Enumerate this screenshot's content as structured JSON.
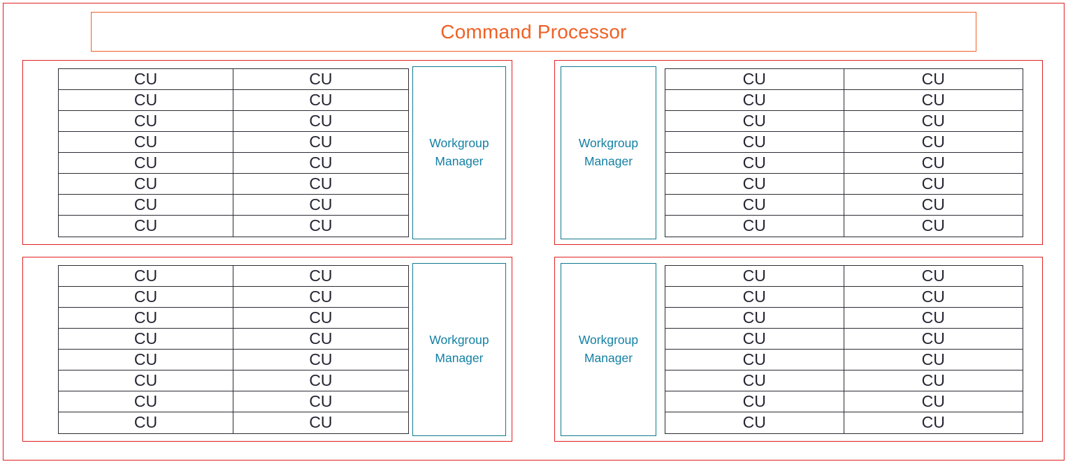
{
  "diagram": {
    "title": "Command Processor",
    "colors": {
      "outer_frame": "#e02020",
      "header_border": "#ef6126",
      "header_text": "#ef6126",
      "quadrant_border": "#e02020",
      "cu_border": "#2b2b33",
      "cu_text": "#252533",
      "manager_border": "#11798f",
      "manager_text": "#1380a4",
      "background": "#ffffff"
    },
    "cu_label": "CU",
    "manager_label_line1": "Workgroup",
    "manager_label_line2": "Manager",
    "grid": {
      "rows": 8,
      "cols": 2,
      "cu_count_per_quadrant": 16
    },
    "quadrants": [
      {
        "id": "quadrant-top-left",
        "manager_side": "right",
        "manager_label": "Workgroup Manager",
        "cu_cells": [
          "CU",
          "CU",
          "CU",
          "CU",
          "CU",
          "CU",
          "CU",
          "CU",
          "CU",
          "CU",
          "CU",
          "CU",
          "CU",
          "CU",
          "CU",
          "CU"
        ]
      },
      {
        "id": "quadrant-top-right",
        "manager_side": "left",
        "manager_label": "Workgroup Manager",
        "cu_cells": [
          "CU",
          "CU",
          "CU",
          "CU",
          "CU",
          "CU",
          "CU",
          "CU",
          "CU",
          "CU",
          "CU",
          "CU",
          "CU",
          "CU",
          "CU",
          "CU"
        ]
      },
      {
        "id": "quadrant-bottom-left",
        "manager_side": "right",
        "manager_label": "Workgroup Manager",
        "cu_cells": [
          "CU",
          "CU",
          "CU",
          "CU",
          "CU",
          "CU",
          "CU",
          "CU",
          "CU",
          "CU",
          "CU",
          "CU",
          "CU",
          "CU",
          "CU",
          "CU"
        ]
      },
      {
        "id": "quadrant-bottom-right",
        "manager_side": "left",
        "manager_label": "Workgroup Manager",
        "cu_cells": [
          "CU",
          "CU",
          "CU",
          "CU",
          "CU",
          "CU",
          "CU",
          "CU",
          "CU",
          "CU",
          "CU",
          "CU",
          "CU",
          "CU",
          "CU",
          "CU"
        ]
      }
    ]
  }
}
